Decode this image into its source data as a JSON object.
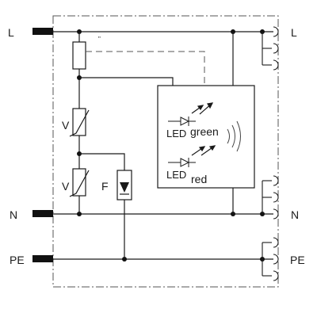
{
  "terminals": {
    "left": {
      "L": "L",
      "N": "N",
      "PE": "PE"
    },
    "right": {
      "L": "L",
      "N": "N",
      "PE": "PE"
    }
  },
  "components": {
    "varistor_upper": "V",
    "varistor_lower": "V",
    "gas_discharge": "F",
    "tick_mark": "\""
  },
  "status_module": {
    "led_green_prefix": "LED",
    "led_green_color": "green",
    "led_red_prefix": "LED",
    "led_red_color": "red"
  },
  "colors": {
    "line": "#1a1a1a",
    "dashed": "#555555",
    "terminal_bar": "#111111"
  }
}
